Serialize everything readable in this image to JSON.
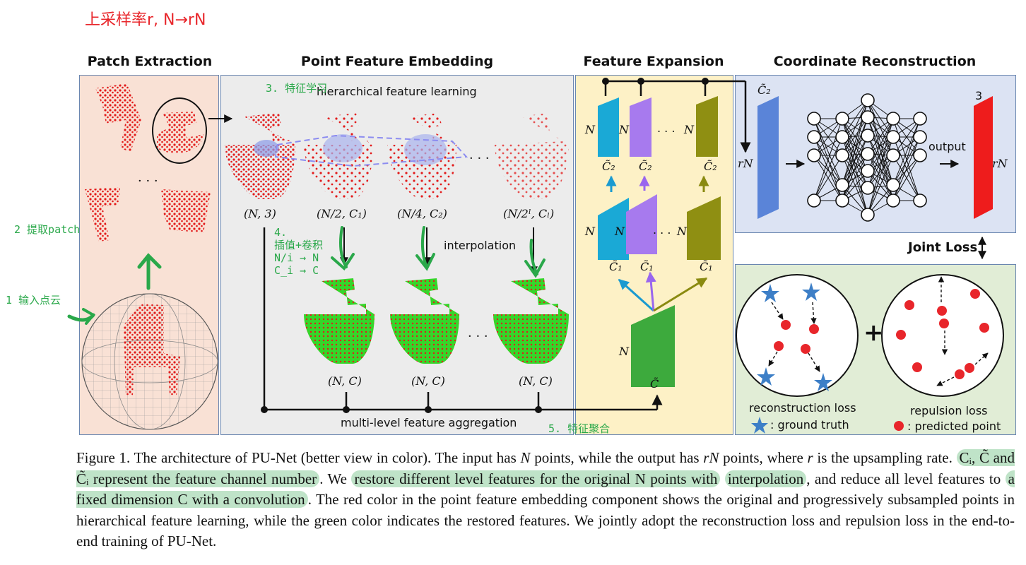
{
  "annotations": {
    "top_note": "上采样率r, N→rN",
    "step1": "1 输入点云",
    "step2": "2 提取patch",
    "step3": "3. 特征学习",
    "step4": "4.\n插值+卷积\nN/i → N\nC_i → C",
    "step5": "5. 特征聚合"
  },
  "sections": {
    "patch": "Patch Extraction",
    "embed": "Point Feature Embedding",
    "expand": "Feature Expansion",
    "coord": "Coordinate Reconstruction"
  },
  "labels": {
    "hier": "hierarchical feature learning",
    "interp": "interpolation",
    "multi": "multi-level feature aggregation",
    "output": "output",
    "joint_loss": "Joint Loss",
    "recon_loss": "reconstruction loss",
    "repul_loss": "repulsion loss",
    "ground_truth": ": ground truth",
    "predicted": ": predicted point",
    "dots": ". . .",
    "rep_top": "(N, 3)",
    "rep_2": "(N/2, C₁)",
    "rep_3": "(N/4, C₂)",
    "rep_4": "(N/2ˡ, Cₗ)",
    "nc1": "(N, C)",
    "nc2": "(N, C)",
    "nc3": "(N, C)",
    "exp_N": "N",
    "exp_C2": "C̃₂",
    "exp_C1": "C̃₁",
    "exp_C": "C̃",
    "rN": "rN",
    "three": "3"
  },
  "caption": {
    "p1": "Figure 1. The architecture of PU-Net (better view in color).  The input has ",
    "N1": "N",
    "p2": " points, while the output has ",
    "rN": "rN",
    "p3": " points, where ",
    "r": "r",
    "p4": " is the upsampling rate. ",
    "hl1": "Cᵢ, C̃ and C̃ᵢ represent the feature channel number",
    "p5": ". We ",
    "hl2": "restore different level features for the original N points with",
    "hl3": "interpolation",
    "p6": ", and reduce all level features to ",
    "hl4": "a fixed dimension C with a convolution",
    "p7": ".  The red color in the point feature embedding component shows the original and progressively subsampled points in hierarchical feature learning, while the green color indicates the restored features. We jointly adopt the reconstruction loss and repulsion loss in the end-to-end training of PU-Net."
  },
  "colors": {
    "patch_bg": "#f9e1d5",
    "embed_bg": "#ececec",
    "expand_bg": "#fdf1c6",
    "coord_bg": "#dce3f3",
    "loss_bg": "#e1edd6",
    "note_green": "#2aa84a",
    "red": "#e8262b",
    "highlight": "#bfe3c8"
  }
}
